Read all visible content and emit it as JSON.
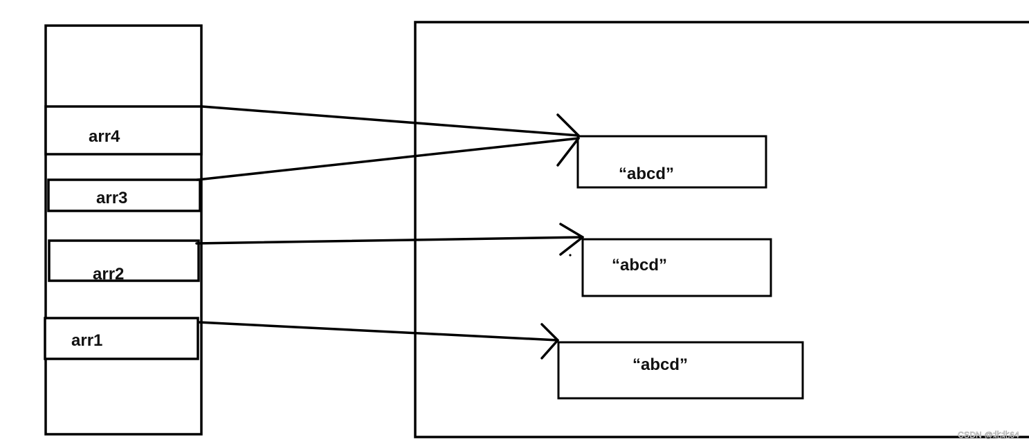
{
  "diagram": {
    "stack_slots": [
      {
        "id": "arr4",
        "label": "arr4"
      },
      {
        "id": "arr3",
        "label": "arr3"
      },
      {
        "id": "arr2",
        "label": "arr2"
      },
      {
        "id": "arr1",
        "label": "arr1"
      }
    ],
    "heap_strings": [
      {
        "id": "s1",
        "label": "“abcd”"
      },
      {
        "id": "s2",
        "label": "“abcd”"
      },
      {
        "id": "s3",
        "label": "“abcd”"
      }
    ],
    "references": [
      {
        "from": "arr4",
        "to": "s1"
      },
      {
        "from": "arr3",
        "to": "s1"
      },
      {
        "from": "arr2",
        "to": "s2"
      },
      {
        "from": "arr1",
        "to": "s3"
      }
    ]
  },
  "watermark": "CSDN @北北64"
}
